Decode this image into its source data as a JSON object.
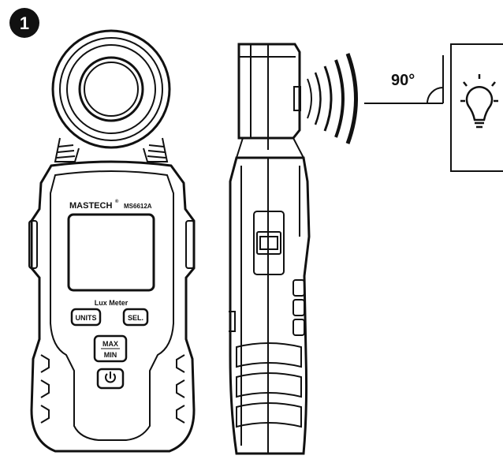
{
  "step": {
    "number": "1"
  },
  "device": {
    "brand": "MASTECH",
    "trademark": "®",
    "model": "MS6612A",
    "panel_label": "Lux Meter",
    "buttons": {
      "units": "UNITS",
      "sel": "SEL.",
      "max": "MAX",
      "min": "MIN",
      "power_icon": "power-icon"
    }
  },
  "angle": {
    "value": "90°"
  },
  "light_source": {
    "icon": "light-bulb-icon"
  }
}
